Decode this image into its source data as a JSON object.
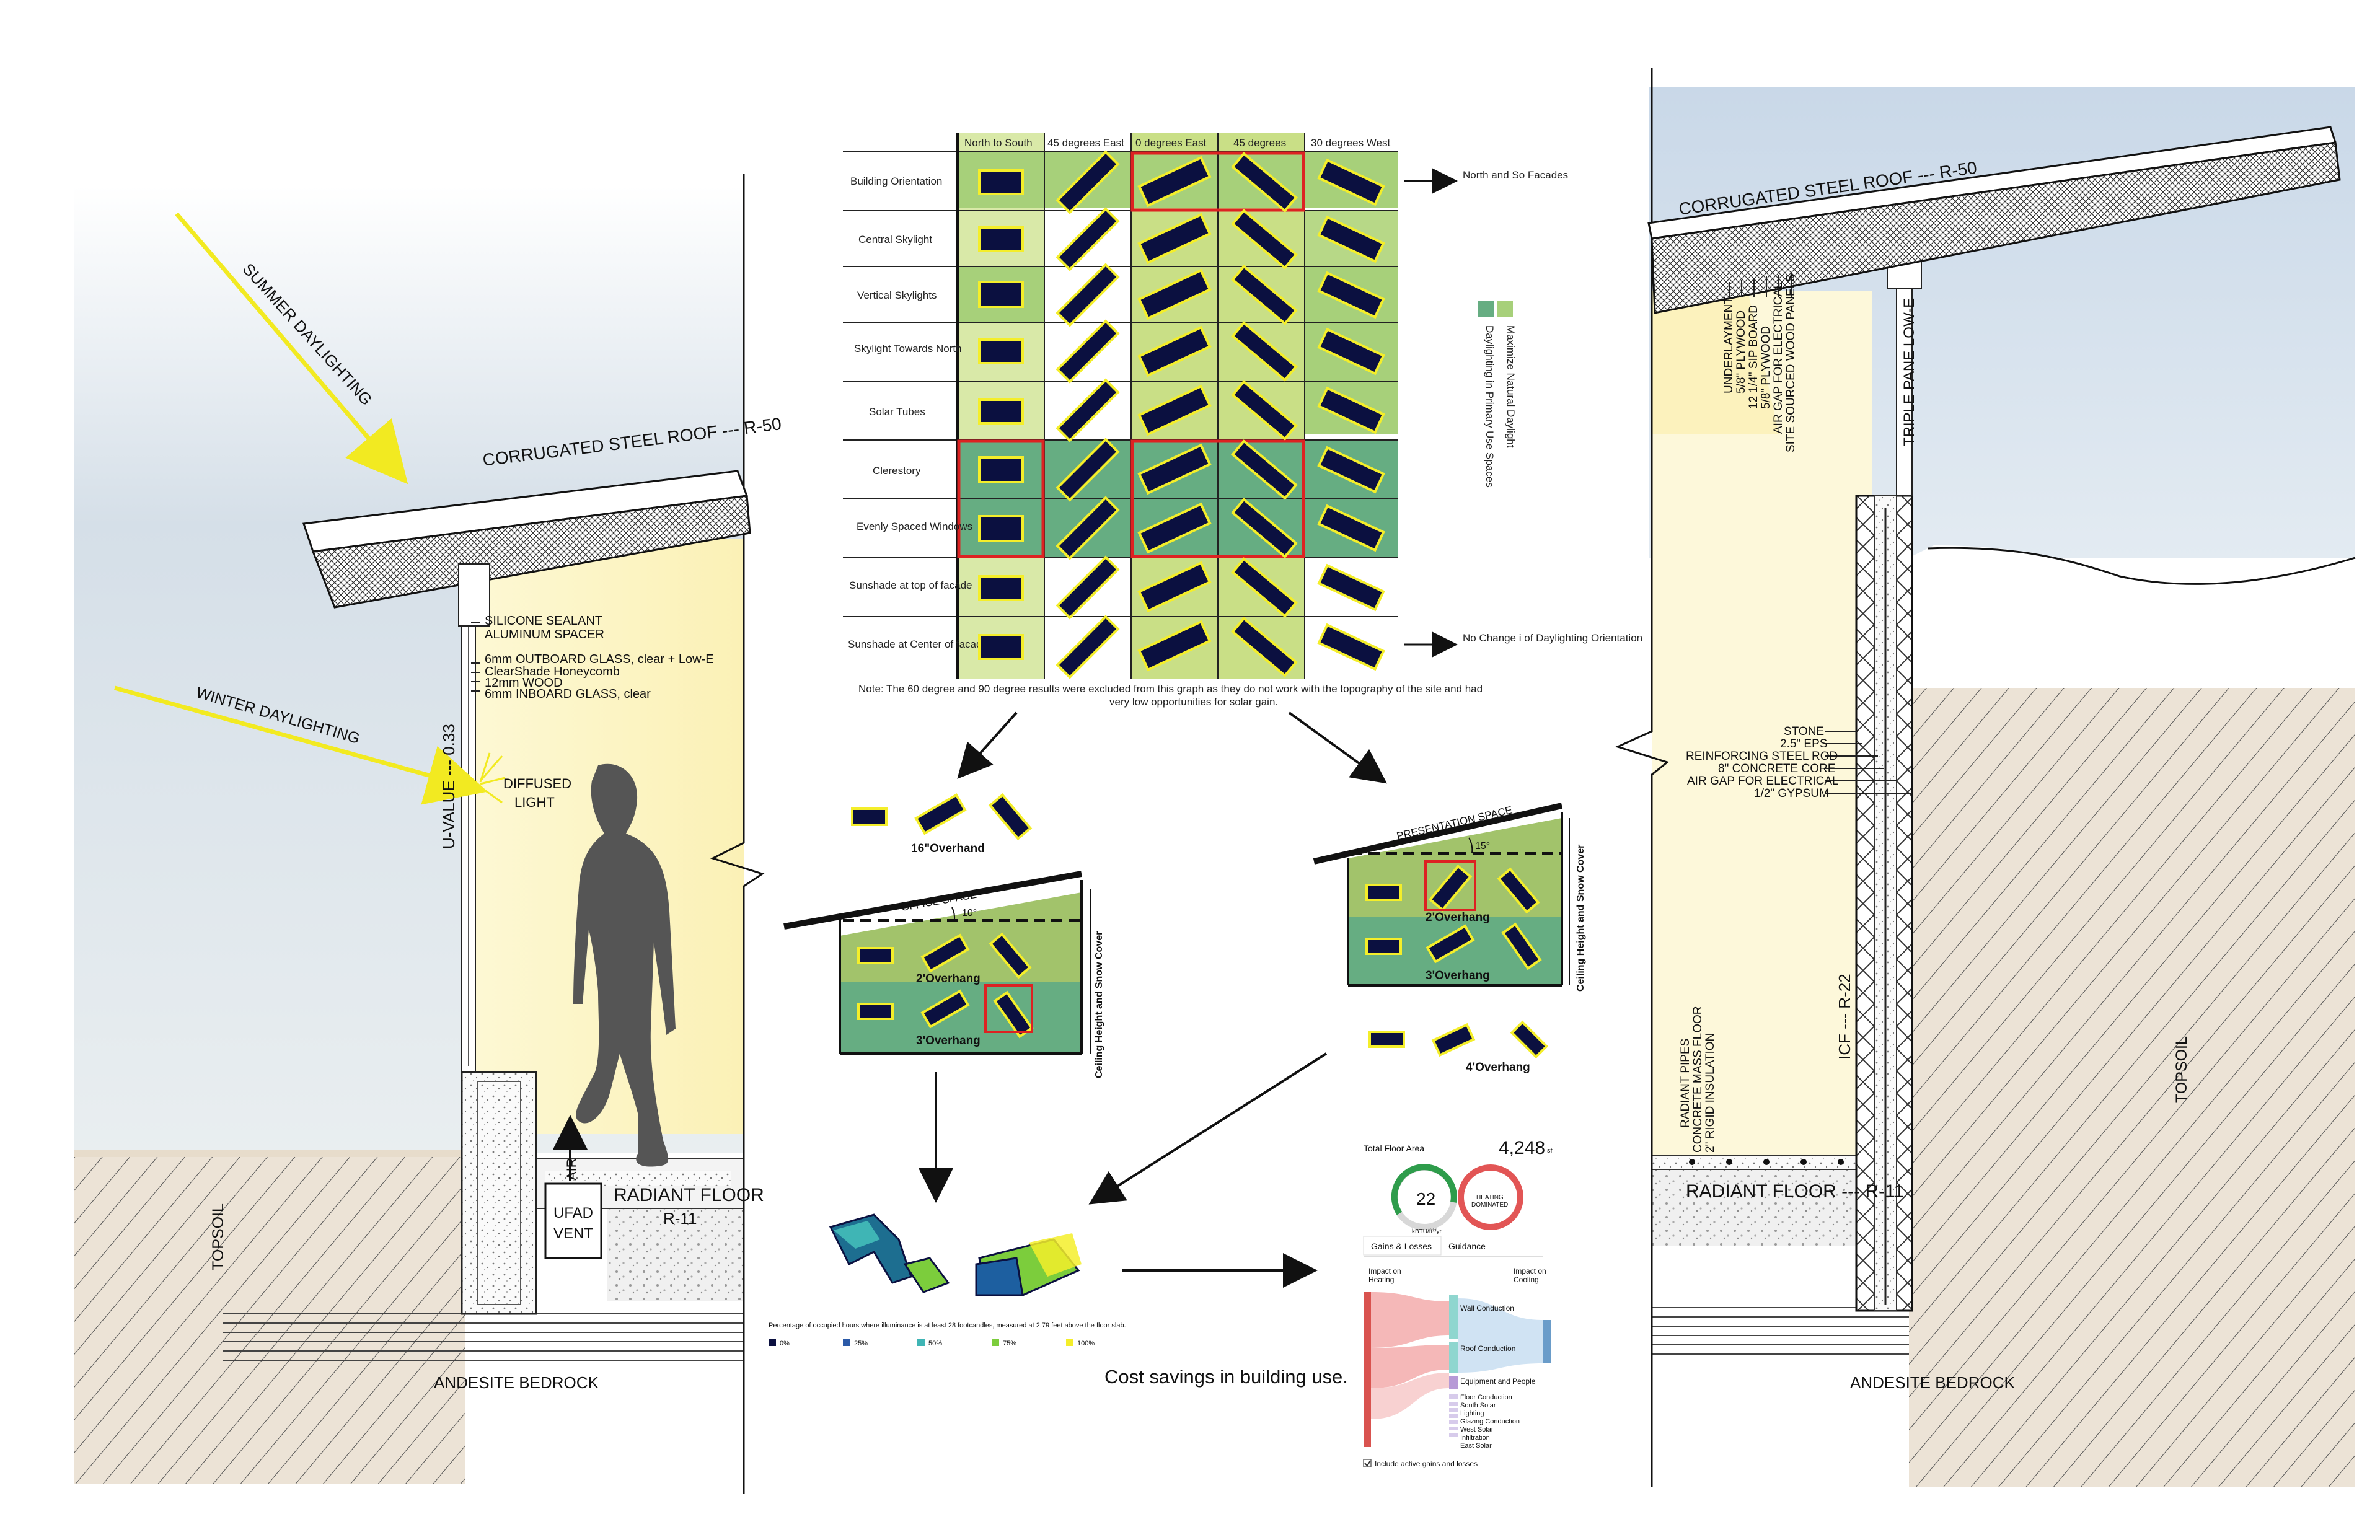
{
  "left_section": {
    "roof_label": "CORRUGATED STEEL ROOF --- R-50",
    "summer_label": "SUMMER DAYLIGHTING",
    "winter_label": "WINTER DAYLIGHTING",
    "uvalue_label": "U-VALUE --- 0.33",
    "diffused_label_1": "DIFFUSED",
    "diffused_label_2": "LIGHT",
    "glazing_notes": [
      "SILICONE SEALANT",
      "ALUMINUM SPACER",
      "6mm OUTBOARD GLASS, clear + Low-E",
      "ClearShade Honeycomb",
      "12mm WOOD",
      "6mm INBOARD GLASS, clear"
    ],
    "air_label": "AIR",
    "ufad_label_1": "UFAD",
    "ufad_label_2": "VENT",
    "radiant_label_1": "RADIANT FLOOR",
    "radiant_label_2": "R-11",
    "topsoil_label": "TOPSOIL",
    "bedrock_label": "ANDESITE BEDROCK"
  },
  "matrix": {
    "columns": [
      "North to South",
      "45 degrees East",
      "0 degrees East",
      "45 degrees",
      "30 degrees West"
    ],
    "rows": [
      "Building Orientation",
      "Central Skylight",
      "Vertical Skylights",
      "Skylight Towards North",
      "Solar Tubes",
      "Clerestory",
      "Evenly Spaced Windows",
      "Sunshade at top of facade",
      "Sunshade at Center of facade"
    ],
    "right_note_top": "North and So Facades",
    "right_note_bottom": "No Change i of Daylighting Orientation",
    "legend": [
      "Maximize Natural Daylight",
      "Daylighting in Primary Use Spaces"
    ],
    "footnote_1": "Note: The 60 degree and 90 degree results were excluded from this graph as they do not work with the topography of the site and had",
    "footnote_2": "very low opportunities for solar gain."
  },
  "office_diagram": {
    "overhang_top": "16\"Overhand",
    "title": "OFFICE SPACE",
    "angle": "10°",
    "overhang_mid": "2'Overhang",
    "overhang_bot": "3'Overhang",
    "side_label": "Ceiling Height and Snow Cover"
  },
  "presentation_diagram": {
    "title": "PRESENTATION SPACE",
    "angle": "15°",
    "overhang_mid": "2'Overhang",
    "overhang_bot": "3'Overhang",
    "overhang_below": "4'Overhang",
    "side_label": "Ceiling Height and Snow Cover"
  },
  "illuminance_legend": {
    "caption": "Percentage of occupied hours where illuminance is at least 28 footcandles, measured at 2.79 feet above the floor slab.",
    "items": [
      "0%",
      "25%",
      "50%",
      "75%",
      "100%"
    ],
    "colors": [
      "#0b1040",
      "#2b5aa8",
      "#3fb5b5",
      "#7ccd3c",
      "#f4ee2a"
    ]
  },
  "energy": {
    "total_floor_area_label": "Total Floor Area",
    "total_floor_area_value": "4,248",
    "total_floor_area_unit": "sf",
    "eui_value": "22",
    "eui_unit": "kBTU/ft²/yr",
    "heating_line_1": "HEATING",
    "heating_line_2": "DOMINATED",
    "tab_1": "Gains & Losses",
    "tab_2": "Guidance",
    "impact_heating_1": "Impact on",
    "impact_heating_2": "Heating",
    "impact_cooling_1": "Impact on",
    "impact_cooling_2": "Cooling",
    "sankey_labels": [
      "Wall Conduction",
      "Roof Conduction",
      "Equipment and People",
      "Floor Conduction",
      "South Solar",
      "Lighting",
      "Glazing Conduction",
      "West Solar",
      "Infiltration",
      "East Solar"
    ],
    "checkbox_label": "Include active gains and losses"
  },
  "cost_caption": "Cost savings in building use.",
  "right_section": {
    "roof_label": "CORRUGATED STEEL ROOF --- R-50",
    "roof_layers": [
      "UNDERLAYMENT",
      "5/8\" PLYWOOD",
      "12 1/4\" SIP BOARD",
      "5/8\" PLYWOOD",
      "AIR GAP FOR ELECTRICAL",
      "SITE SOURCED WOOD PANELS"
    ],
    "triple_pane": "TRIPLE PANE LOW-E",
    "wall_layers": [
      "STONE",
      "2.5\" EPS",
      "REINFORCING STEEL ROD",
      "8\" CONCRETE CORE",
      "AIR GAP FOR ELECTRICAL",
      "1/2\" GYPSUM"
    ],
    "icf_label": "ICF --- R-22",
    "floor_layers": [
      "RADIANT PIPES",
      "CONCRETE MASS FLOOR",
      "2\" RIGID INSULATION"
    ],
    "radiant_label": "RADIANT FLOOR --- R-11",
    "topsoil_label": "TOPSOIL",
    "bedrock_label": "ANDESITE BEDROCK"
  }
}
